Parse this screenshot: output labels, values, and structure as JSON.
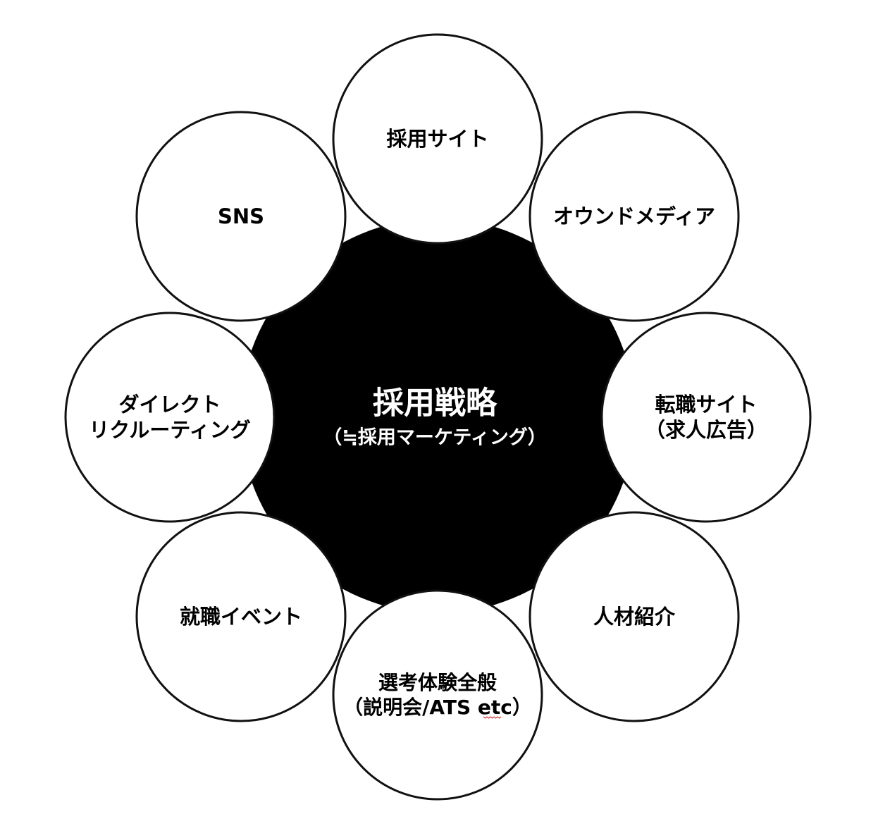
{
  "center": {
    "title": "採用戦略",
    "subtitle": "（≒採用マーケティング）"
  },
  "nodes": [
    {
      "lines": [
        "採用サイト"
      ]
    },
    {
      "lines": [
        "オウンドメディア"
      ]
    },
    {
      "lines": [
        "転職サイト",
        "（求人広告）"
      ]
    },
    {
      "lines": [
        "人材紹介"
      ]
    },
    {
      "lines": [
        "選考体験全般",
        "（説明会/ATS etc）"
      ]
    },
    {
      "lines": [
        "就職イベント"
      ]
    },
    {
      "lines": [
        "ダイレクト",
        "リクルーティング"
      ]
    },
    {
      "lines": [
        "SNS"
      ]
    }
  ],
  "colors": {
    "center_fill": "#000000",
    "node_fill": "#ffffff",
    "node_stroke": "#111111",
    "center_text": "#ffffff",
    "node_text": "#000000"
  }
}
